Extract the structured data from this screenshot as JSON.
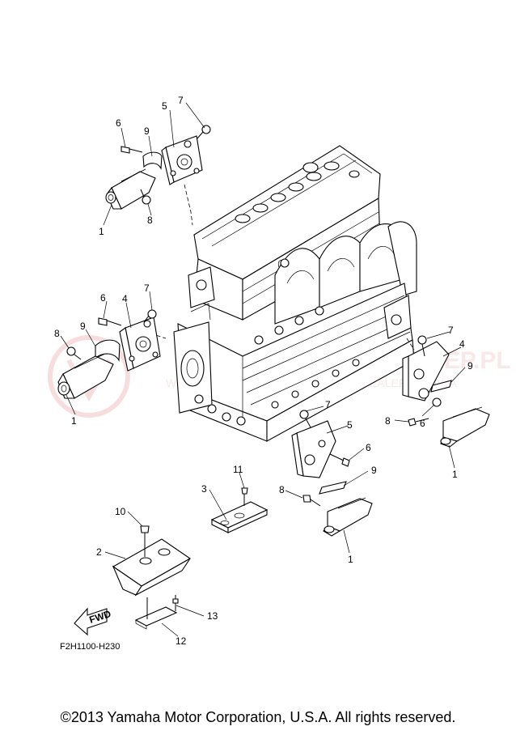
{
  "callouts": [
    {
      "id": "c1a",
      "label": "1"
    },
    {
      "id": "c1b",
      "label": "1"
    },
    {
      "id": "c1c",
      "label": "1"
    },
    {
      "id": "c1d",
      "label": "1"
    },
    {
      "id": "c2",
      "label": "2"
    },
    {
      "id": "c3",
      "label": "3"
    },
    {
      "id": "c4a",
      "label": "4"
    },
    {
      "id": "c4b",
      "label": "4"
    },
    {
      "id": "c5a",
      "label": "5"
    },
    {
      "id": "c5b",
      "label": "5"
    },
    {
      "id": "c6a",
      "label": "6"
    },
    {
      "id": "c6b",
      "label": "6"
    },
    {
      "id": "c6c",
      "label": "6"
    },
    {
      "id": "c6d",
      "label": "6"
    },
    {
      "id": "c7a",
      "label": "7"
    },
    {
      "id": "c7b",
      "label": "7"
    },
    {
      "id": "c7c",
      "label": "7"
    },
    {
      "id": "c7d",
      "label": "7"
    },
    {
      "id": "c8a",
      "label": "8"
    },
    {
      "id": "c8b",
      "label": "8"
    },
    {
      "id": "c8c",
      "label": "8"
    },
    {
      "id": "c8d",
      "label": "8"
    },
    {
      "id": "c9a",
      "label": "9"
    },
    {
      "id": "c9b",
      "label": "9"
    },
    {
      "id": "c9c",
      "label": "9"
    },
    {
      "id": "c9d",
      "label": "9"
    },
    {
      "id": "c10",
      "label": "10"
    },
    {
      "id": "c11",
      "label": "11"
    },
    {
      "id": "c12",
      "label": "12"
    },
    {
      "id": "c13",
      "label": "13"
    }
  ],
  "fwd_arrow_label": "FWD",
  "reference_code": "F2H1100-H230",
  "copyright": "©2013 Yamaha Motor Corporation, U.S.A. All rights reserved.",
  "watermark_text": "YAMAHASKLEP.PL / WWW.YAMAHASKLEP.PL AUTORYZ. DEALER YAMAHA",
  "colors": {
    "ink": "#000000",
    "background": "#ffffff",
    "watermark": "#f2c2c2"
  }
}
